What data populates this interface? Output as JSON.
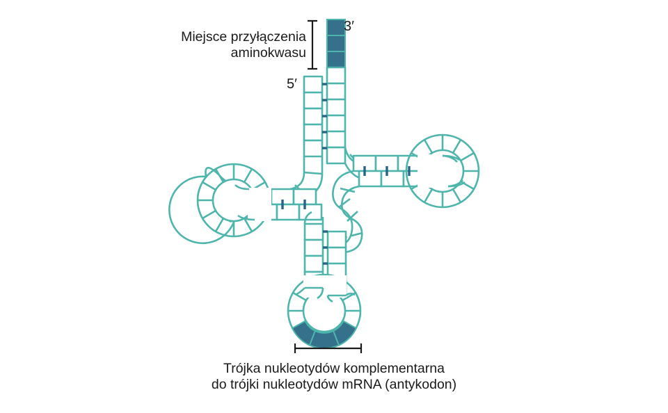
{
  "figure": {
    "title_alt": "Struktura tRNA (liść koniczyny)",
    "labels": {
      "acceptor_site": "Miejsce przyłączenia\naminokwasu",
      "three_prime": "3′",
      "five_prime": "5′",
      "anticodon_caption": "Trójka nukleotydów komplementarna\ndo trójki nukleotydów mRNA (antykodon)"
    },
    "colors": {
      "outline_teal": "#4db5ab",
      "rung_dark_blue": "#2b6384",
      "fill_dark_teal": "#36718c",
      "background": "#ffffff",
      "text": "#1a1a1a",
      "bracket": "#1a1a1a"
    },
    "structure": {
      "acceptor_stem_dark_blocks": 3,
      "acceptor_stem_base_pairs": 6,
      "d_arm_stem_base_pairs": 3,
      "t_arm_stem_base_pairs": 4,
      "anticodon_stem_base_pairs": 4,
      "anticodon_dark_nucleotides": 3,
      "d_loop_segments": 13,
      "t_loop_segments": 13,
      "anticodon_loop_segments": 12
    }
  },
  "chart_data": {
    "type": "diagram",
    "title": "tRNA cloverleaf secondary structure",
    "annotations": [
      {
        "name": "amino-acid-attachment-site",
        "text": "Miejsce przyłączenia aminokwasu",
        "position": "top-left"
      },
      {
        "name": "three-prime-end",
        "text": "3′",
        "position": "top-right"
      },
      {
        "name": "five-prime-end",
        "text": "5′",
        "position": "upper-middle-left"
      },
      {
        "name": "anticodon-triplet",
        "text": "Trójka nukleotydów komplementarna do trójki nukleotydów mRNA (antykodon)",
        "position": "bottom-center"
      }
    ]
  }
}
